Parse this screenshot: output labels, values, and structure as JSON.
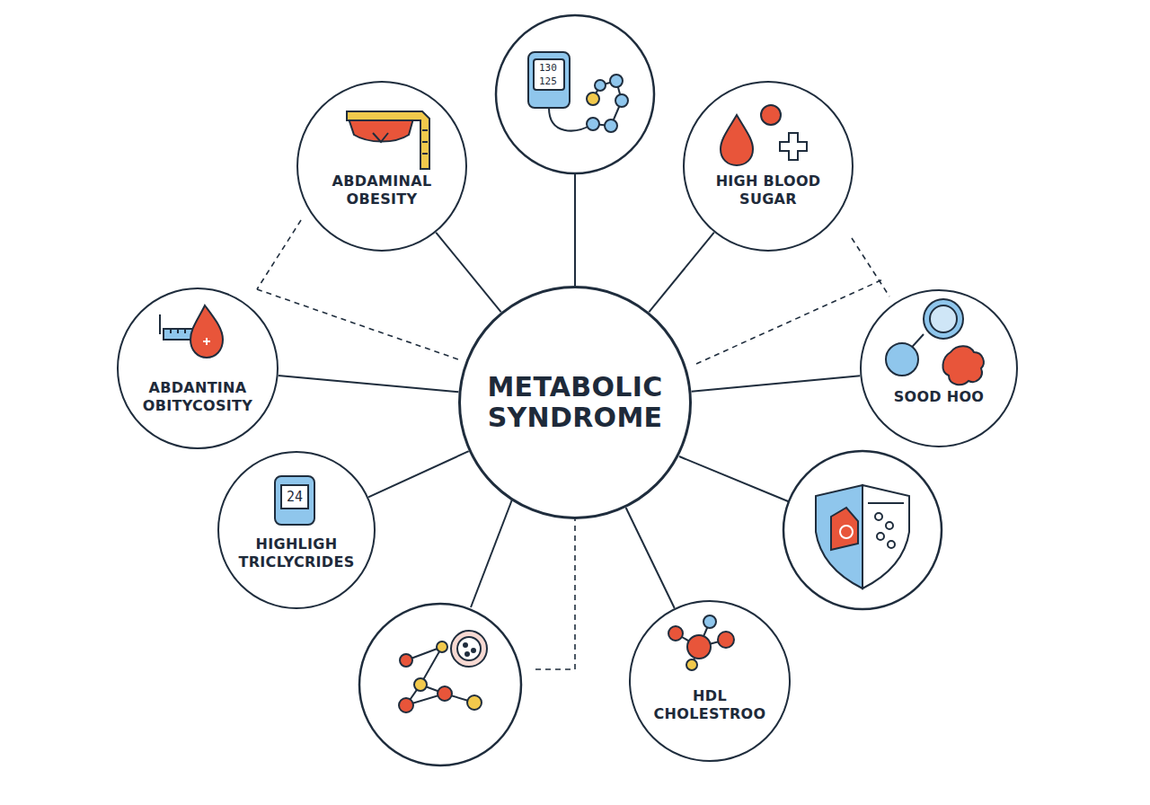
{
  "diagram": {
    "nodes": [
      {
        "text": [
          "ABDAMINAL OBESITY"
        ]
      },
      {
        "text": [
          "HIGH BLOOD SUGAR"
        ]
      },
      {
        "text": [
          "ABDANTINA OBITYCOSITY"
        ]
      },
      {
        "text": [
          "METABOLIC SYNDROME"
        ]
      },
      {
        "text": [
          "SOOD HOO"
        ]
      },
      {
        "text": [
          "HIGHLIGH TRICLYCRIDES"
        ]
      },
      {
        "text": [
          "HDL CHOLESTROO"
        ]
      }
    ],
    "edges": [
      {
        "from": 3,
        "to": 0,
        "arrow": "none"
      },
      {
        "from": 3,
        "to": 1,
        "arrow": "none"
      },
      {
        "from": 3,
        "to": 2,
        "arrow": "none"
      },
      {
        "from": 3,
        "to": 4,
        "arrow": "none"
      },
      {
        "from": 3,
        "to": 5,
        "arrow": "none"
      },
      {
        "from": 3,
        "to": 6,
        "arrow": "none"
      }
    ],
    "labels": [
      "130",
      "125",
      "24"
    ]
  }
}
